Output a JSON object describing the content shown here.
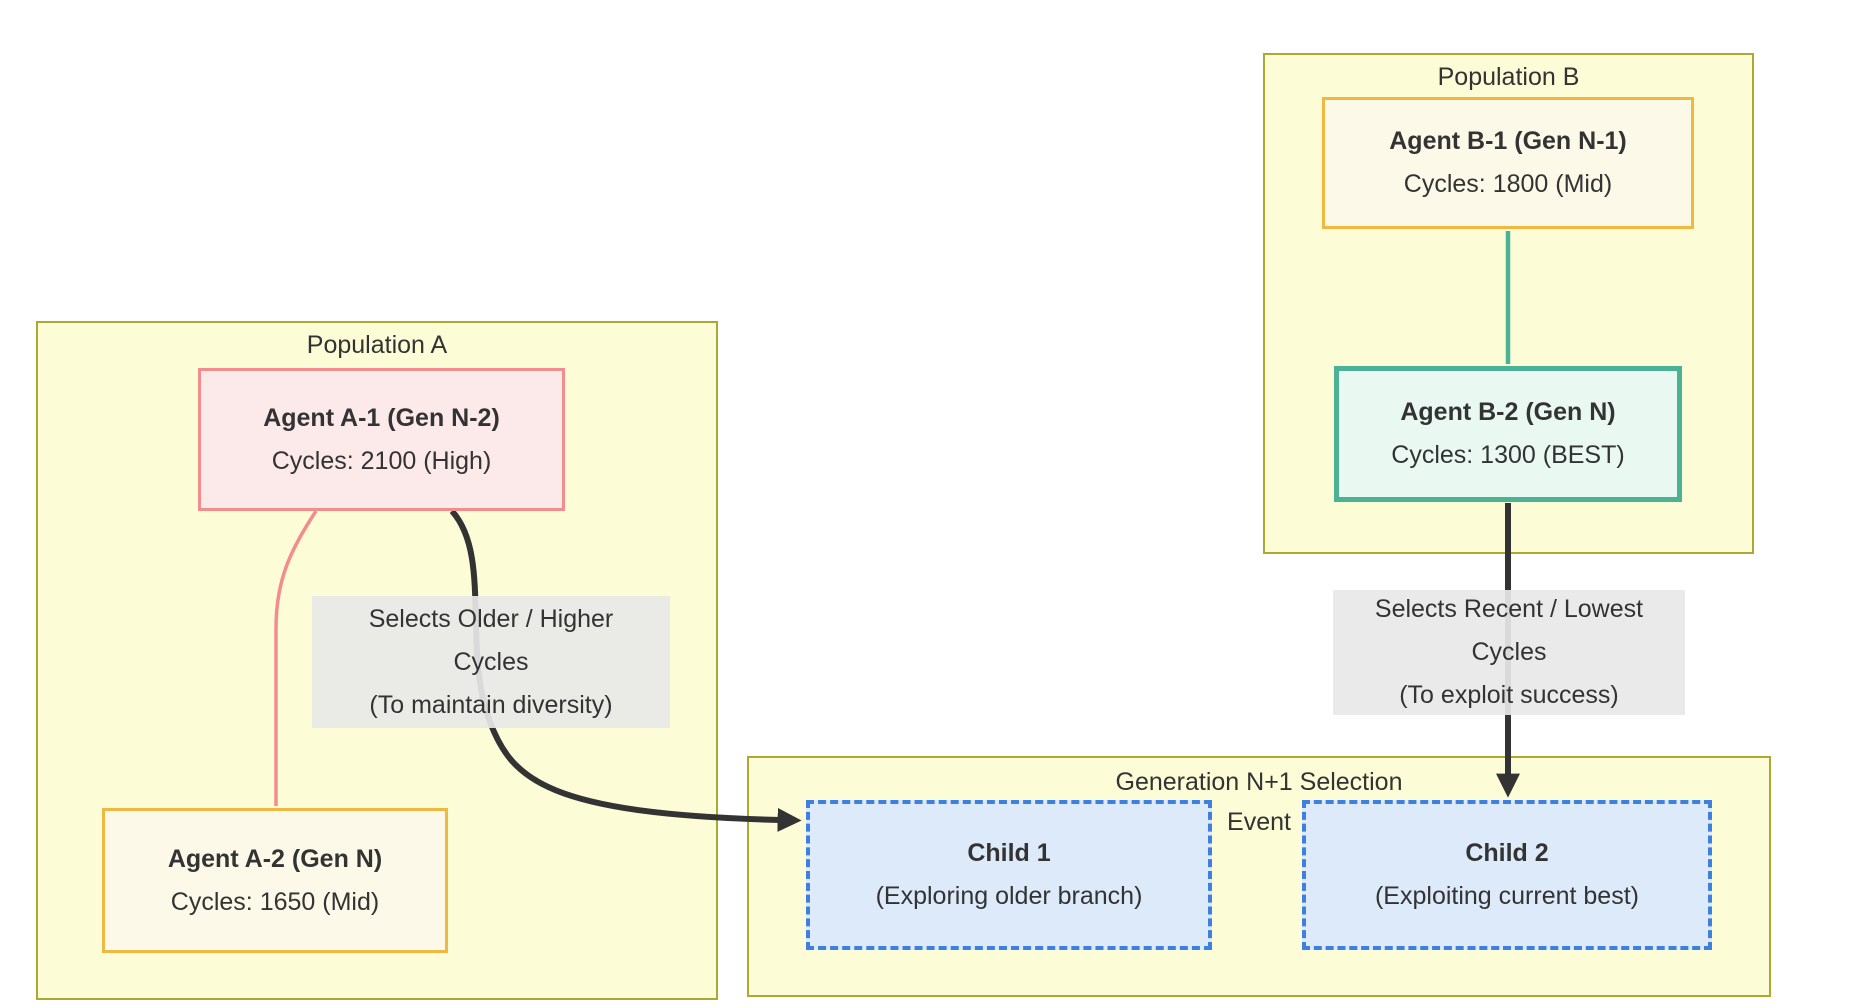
{
  "diagram": {
    "subgraphs": {
      "population_a": {
        "title": "Population A"
      },
      "population_b": {
        "title": "Population B"
      },
      "generation": {
        "title_line1": "Generation N+1 Selection",
        "title_line2": "Event"
      }
    },
    "nodes": {
      "agent_a1": {
        "name": "Agent A-1 (Gen N-2)",
        "cycles": "Cycles: 2100 (High)"
      },
      "agent_a2": {
        "name": "Agent A-2 (Gen N)",
        "cycles": "Cycles: 1650 (Mid)"
      },
      "agent_b1": {
        "name": "Agent B-1 (Gen N-1)",
        "cycles": "Cycles: 1800 (Mid)"
      },
      "agent_b2": {
        "name": "Agent B-2 (Gen N)",
        "cycles": "Cycles: 1300 (BEST)"
      },
      "child_1": {
        "name": "Child 1",
        "desc": "(Exploring older branch)"
      },
      "child_2": {
        "name": "Child 2",
        "desc": "(Exploiting current best)"
      }
    },
    "edge_labels": {
      "select_a": {
        "line1": "Selects Older / Higher",
        "line2": "Cycles",
        "line3": "(To maintain diversity)"
      },
      "select_b": {
        "line1": "Selects Recent / Lowest",
        "line2": "Cycles",
        "line3": "(To exploit success)"
      }
    },
    "colors": {
      "subgraph_fill": "#fcfcd7",
      "subgraph_border": "#aaaa33",
      "agent_a1_fill": "#fce9e9",
      "agent_a1_border": "#f38c8c",
      "cream_fill": "#fdf9e8",
      "cream_border": "#f0b840",
      "best_fill": "#e9f8f1",
      "best_border": "#4cb295",
      "child_fill": "#ddeafa",
      "child_border": "#3e80e1",
      "edge_dark": "#333333",
      "edge_pink": "#f38c8c",
      "edge_teal": "#4cb295",
      "label_bg": "#e8e8e8",
      "text": "#333333"
    }
  }
}
